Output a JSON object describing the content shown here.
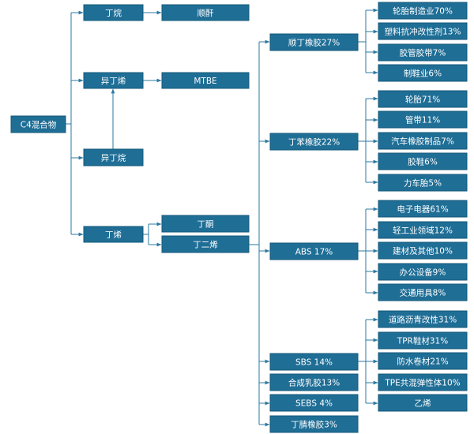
{
  "root": "C4混合物",
  "level1": {
    "butane": "丁烷",
    "isobutene": "异丁烯",
    "isobutane": "异丁烷",
    "butene": "丁烯"
  },
  "level2": {
    "maleic_anhydride": "顺酐",
    "mtbe": "MTBE",
    "butanone": "丁酮",
    "butadiene": "丁二烯"
  },
  "rubbers": {
    "br": "顺丁橡胶27%",
    "sbr": "丁苯橡胶22%",
    "abs": "ABS 17%",
    "sbs": "SBS 14%",
    "latex": "合成乳胶13%",
    "sebs": "SEBS 4%",
    "nbr": "丁腈橡胶3%"
  },
  "uses": {
    "br": [
      "轮胎制造业70%",
      "塑料抗冲改性剂13%",
      "胶管胶带7%",
      "制鞋业6%"
    ],
    "sbr": [
      "轮胎71%",
      "管带11%",
      "汽车橡胶制品7%",
      "胶鞋6%",
      "力车胎5%"
    ],
    "abs": [
      "电子电器61%",
      "轻工业领域12%",
      "建材及其他10%",
      "办公设备9%",
      "交通用具8%"
    ],
    "sbs": [
      "道路沥青改性31%",
      "TPR鞋材31%",
      "防水卷材21%",
      "TPE共混弹性体10%",
      "乙烯"
    ]
  }
}
